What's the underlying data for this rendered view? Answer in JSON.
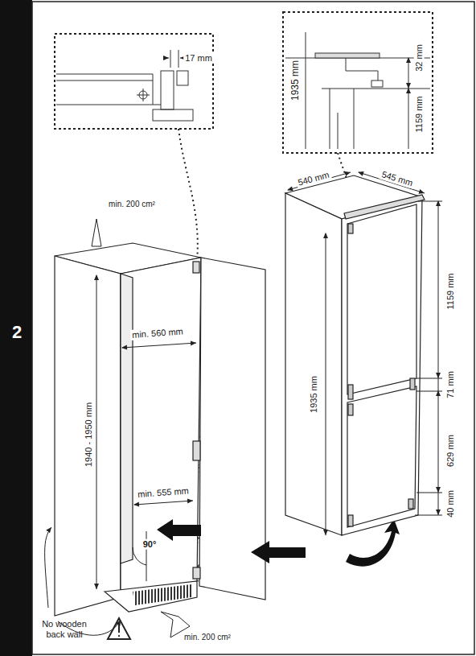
{
  "diagram": {
    "labels": [
      "2",
      "17 mm",
      "1935 mm",
      "32 mm",
      "1159 mm",
      "540 mm",
      "545 mm",
      "1159 mm",
      "71 mm",
      "1935 mm",
      "629 mm",
      "40 mm",
      "min. 200 cm²",
      "min. 560 mm",
      "1940 - 1950 mm",
      "min. 555 mm",
      "90°",
      "No wooden back wall",
      "min. 200 cm²"
    ]
  }
}
